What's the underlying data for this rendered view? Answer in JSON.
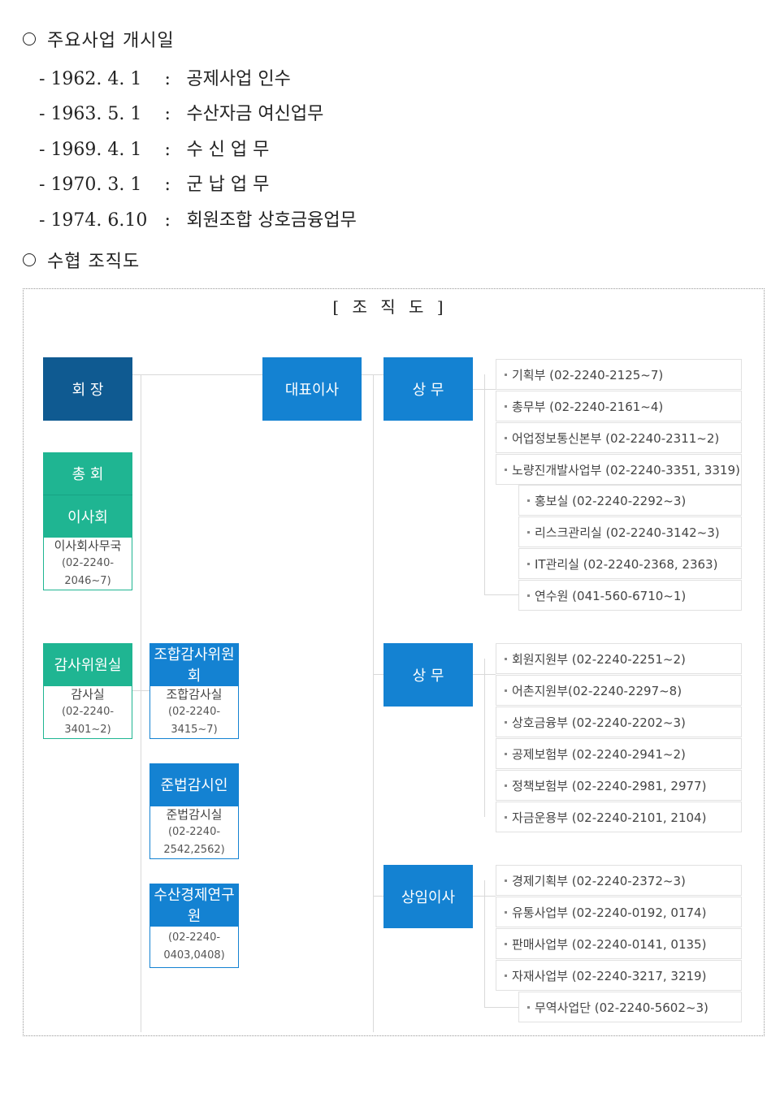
{
  "section1": {
    "title": "주요사업 개시일",
    "items": [
      {
        "date": "1962. 4. 1",
        "desc": "공제사업 인수"
      },
      {
        "date": "1963. 5. 1",
        "desc": "수산자금 여신업무"
      },
      {
        "date": "1969. 4. 1",
        "desc": "수 신 업 무"
      },
      {
        "date": "1970. 3. 1",
        "desc": "군 납 업 무"
      },
      {
        "date": "1974. 6.10",
        "desc": "회원조합 상호금융업무"
      }
    ]
  },
  "section2": {
    "title": "수협 조직도"
  },
  "chart": {
    "title": "[ 조 직 도 ]",
    "president": "회 장",
    "assembly": "총 회",
    "board": "이사회",
    "board_secretariat": {
      "name": "이사회사무국",
      "tel": "(02-2240-2046~7)"
    },
    "audit_committee": "감사위원실",
    "audit_office": {
      "name": "감사실",
      "tel": "(02-2240-3401~2)"
    },
    "union_audit_committee": "조합감사위원회",
    "union_audit_office": {
      "name": "조합감사실",
      "tel": "(02-2240-3415~7)"
    },
    "compliance_officer": "준법감시인",
    "compliance_office": {
      "name": "준법감시실",
      "tel": "(02-2240-2542,2562)"
    },
    "research_institute": "수산경제연구원",
    "research_tel": "(02-2240-0403,0408)",
    "ceo": "대표이사",
    "managing_director_1": "상 무",
    "managing_director_2": "상 무",
    "standing_director": "상임이사",
    "group1": [
      "기획부 (02-2240-2125~7)",
      "총무부 (02-2240-2161~4)",
      "어업정보통신본부 (02-2240-2311~2)",
      "노량진개발사업부 (02-2240-3351, 3319)",
      "홍보실 (02-2240-2292~3)",
      "리스크관리실 (02-2240-3142~3)",
      "IT관리실 (02-2240-2368, 2363)",
      "연수원 (041-560-6710~1)"
    ],
    "group2": [
      "회원지원부 (02-2240-2251~2)",
      "어촌지원부(02-2240-2297~8)",
      "상호금융부 (02-2240-2202~3)",
      "공제보험부 (02-2240-2941~2)",
      "정책보험부 (02-2240-2981, 2977)",
      "자금운용부 (02-2240-2101, 2104)"
    ],
    "group3": [
      "경제기획부 (02-2240-2372~3)",
      "유통사업부 (02-2240-0192, 0174)",
      "판매사업부 (02-2240-0141, 0135)",
      "자재사업부 (02-2240-3217, 3219)",
      "무역사업단 (02-2240-5602~3)"
    ]
  }
}
